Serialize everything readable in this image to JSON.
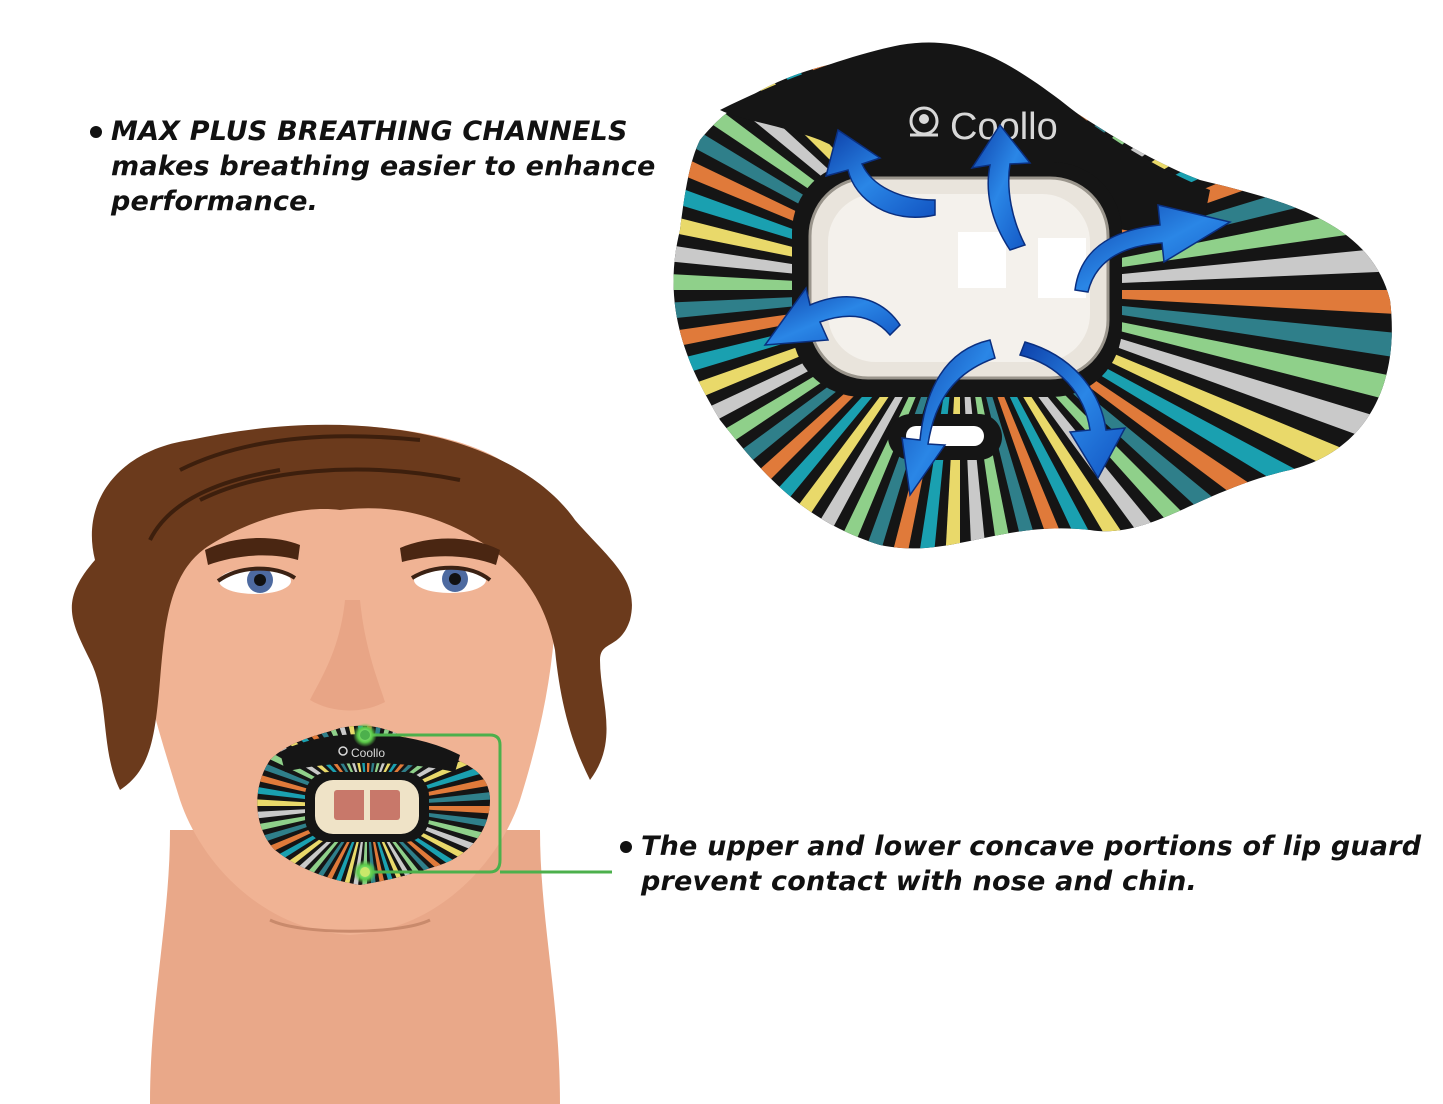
{
  "product": {
    "brand": "Coollo"
  },
  "callouts": [
    {
      "heading": "MAX PLUS BREATHING CHANNELS",
      "lines": [
        "makes breathing easier to enhance",
        "performance."
      ]
    },
    {
      "heading": "",
      "lines": [
        "The upper and lower concave portions of lip guard",
        "prevent contact with nose and chin."
      ]
    }
  ],
  "colors": {
    "text": "#111111",
    "airflow_arrow": "#1f6fd6",
    "pointer_line": "#4cb04c",
    "guard_base": "#151515",
    "stripes": [
      "#e07a3a",
      "#2f7f8a",
      "#8fd08a",
      "#c9c9c9",
      "#e9d96a",
      "#1aa0b0"
    ],
    "skin": "#f0b394",
    "hair": "#6b3a1c"
  },
  "icons": [
    "coollo-logo-icon",
    "airflow-arrow-icon",
    "contact-point-icon"
  ]
}
